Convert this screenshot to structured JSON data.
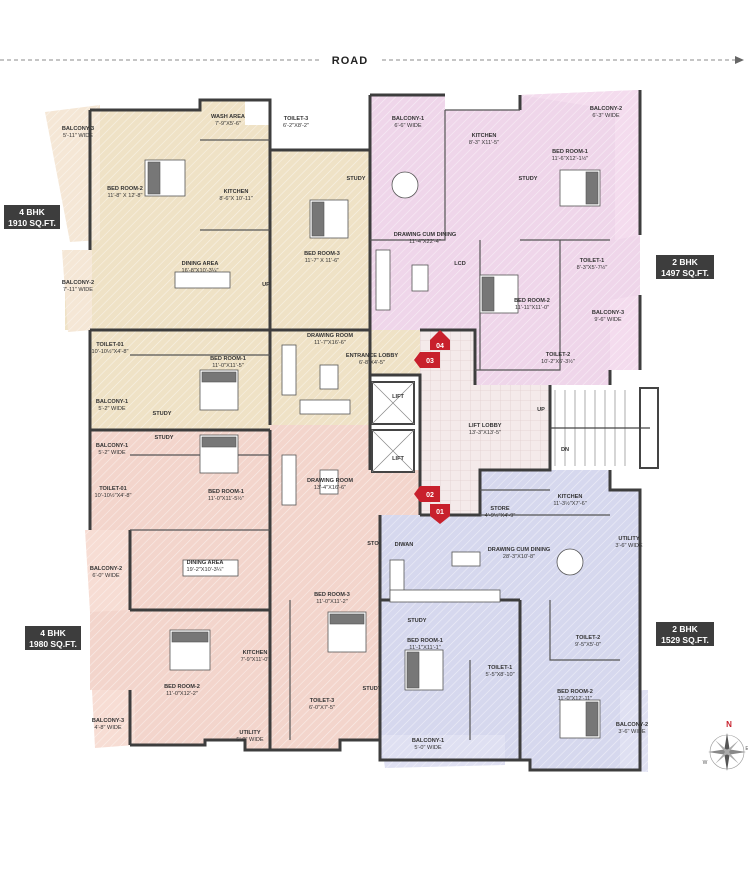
{
  "road": "ROAD",
  "units": [
    {
      "id": "u1",
      "line1": "4 BHK",
      "line2": "1910 SQ.FT."
    },
    {
      "id": "u2",
      "line1": "2 BHK",
      "line2": "1497 SQ.FT."
    },
    {
      "id": "u3",
      "line1": "4 BHK",
      "line2": "1980 SQ.FT."
    },
    {
      "id": "u4",
      "line1": "2 BHK",
      "line2": "1529 SQ.FT."
    }
  ],
  "doors": [
    "01",
    "02",
    "03",
    "04"
  ],
  "stairs": {
    "up": "UP",
    "dn": "DN"
  },
  "lift": "LIFT",
  "rooms": {
    "u1_balcony3": {
      "name": "BALCONY-3",
      "dim": "5'-11\" WIDE"
    },
    "u1_wash": {
      "name": "WASH AREA",
      "dim": "7'-9\"X5'-6\""
    },
    "u1_toilet3": {
      "name": "TOILET-3",
      "dim": "6'-2\"X8'-2\""
    },
    "u1_bed2": {
      "name": "BED ROOM-2",
      "dim": "11'-8\" X 12'-8\""
    },
    "u1_kitchen": {
      "name": "KITCHEN",
      "dim": "8'-6\"X 10'-11\""
    },
    "u1_study": {
      "name": "STUDY",
      "dim": ""
    },
    "u1_bed3": {
      "name": "BED ROOM-3",
      "dim": "11'-7\" X 11'-6\""
    },
    "u1_balcony2": {
      "name": "BALCONY-2",
      "dim": "7'-11\" WIDE"
    },
    "u1_dining": {
      "name": "DINING AREA",
      "dim": "16'-8\"X10'-3¼\""
    },
    "u1_up": {
      "name": "UP",
      "dim": ""
    },
    "u1_toilet1": {
      "name": "TOILET-01",
      "dim": "10'-10½\"X4'-8\""
    },
    "u1_bed1": {
      "name": "BED ROOM-1",
      "dim": "11'-0\"X11'-5\""
    },
    "u1_drawing": {
      "name": "DRAWING ROOM",
      "dim": "11'-7\"X16'-6\""
    },
    "u1_entrance": {
      "name": "ENTRANCE LOBBY",
      "dim": "6'-8\"X4'-5\""
    },
    "u1_balcony1": {
      "name": "BALCONY-1",
      "dim": "5'-2\" WIDE"
    },
    "u1_study2": {
      "name": "STUDY",
      "dim": ""
    },
    "u2_balcony1": {
      "name": "BALCONY-1",
      "dim": "6'-6\" WIDE"
    },
    "u2_kitchen": {
      "name": "KITCHEN",
      "dim": "8'-3\" X11'-5\""
    },
    "u2_balcony2": {
      "name": "BALCONY-2",
      "dim": "6'-3\" WIDE"
    },
    "u2_bed1": {
      "name": "BED ROOM-1",
      "dim": "11'-6\"X12'-1½\""
    },
    "u2_study": {
      "name": "STUDY",
      "dim": ""
    },
    "u2_drawing": {
      "name": "DRAWING CUM DINING",
      "dim": "11'-4\"X22'-4\""
    },
    "u2_toilet1": {
      "name": "TOILET-1",
      "dim": "8'-3\"X5'-7½\""
    },
    "u2_lcd": {
      "name": "LCD",
      "dim": ""
    },
    "u2_bed2": {
      "name": "BED ROOM-2",
      "dim": "11'-11\"X11'-0\""
    },
    "u2_balcony3": {
      "name": "BALCONY-3",
      "dim": "9'-6\" WIDE"
    },
    "u2_toilet2": {
      "name": "TOILET-2",
      "dim": "10'-2\"X6'-3½\""
    },
    "lift_lobby": {
      "name": "LIFT LOBBY",
      "dim": "13'-3\"X13'-5\""
    },
    "u3_balcony1": {
      "name": "BALCONY-1",
      "dim": "5'-2\" WIDE"
    },
    "u3_study": {
      "name": "STUDY",
      "dim": ""
    },
    "u3_toilet01": {
      "name": "TOILET-01",
      "dim": "10'-10½\"X4'-8\""
    },
    "u3_bed1": {
      "name": "BED ROOM-1",
      "dim": "11'-0\"X11'-5½\""
    },
    "u3_drawing": {
      "name": "DRAWING ROOM",
      "dim": "13'-4\"X16'-6\""
    },
    "u3_balcony2": {
      "name": "BALCONY-2",
      "dim": "6'-0\" WIDE"
    },
    "u3_dining": {
      "name": "DINING AREA",
      "dim": "19'-2\"X10'-3¼\""
    },
    "u3_sto": {
      "name": "STO",
      "dim": ""
    },
    "u3_bed3": {
      "name": "BED ROOM-3",
      "dim": "11'-0\"X11'-2\""
    },
    "u3_kitchen": {
      "name": "KITCHEN",
      "dim": "7'-9\"X11'-0\""
    },
    "u3_bed2": {
      "name": "BED ROOM-2",
      "dim": "11'-0\"X12'-2\""
    },
    "u3_toilet3": {
      "name": "TOILET-3",
      "dim": "6'-0\"X7'-5\""
    },
    "u3_study2": {
      "name": "STUDY",
      "dim": ""
    },
    "u3_balcony3": {
      "name": "BALCONY-3",
      "dim": "4'-8\" WIDE"
    },
    "u3_utility": {
      "name": "UTILITY",
      "dim": "5'-0\" WIDE"
    },
    "u4_store": {
      "name": "STORE",
      "dim": "4'-9½\"X4'-9\""
    },
    "u4_kitchen": {
      "name": "KITCHEN",
      "dim": "11'-3½\"X7'-6\""
    },
    "u4_utility": {
      "name": "UTILITY",
      "dim": "3'-6\" WIDE"
    },
    "u4_diwan": {
      "name": "DIWAN",
      "dim": ""
    },
    "u4_drawing": {
      "name": "DRAWING CUM DINING",
      "dim": "28'-3\"X10'-8\""
    },
    "u4_study": {
      "name": "STUDY",
      "dim": ""
    },
    "u4_toilet2": {
      "name": "TOILET-2",
      "dim": "9'-5\"X5'-0\""
    },
    "u4_bed1": {
      "name": "BED ROOM-1",
      "dim": "11'-1\"X11'-1\""
    },
    "u4_toilet1": {
      "name": "TOILET-1",
      "dim": "5'-5\"X8'-10\""
    },
    "u4_bed2": {
      "name": "BED ROOM-2",
      "dim": "11'-0\"X12'-11\""
    },
    "u4_balcony1": {
      "name": "BALCONY-1",
      "dim": "5'-0\" WIDE"
    },
    "u4_balcony2": {
      "name": "BALCONY-2",
      "dim": "3'-6\" WIDE"
    }
  },
  "compass": {
    "n": "N",
    "e": "E",
    "w": "W"
  },
  "colors": {
    "u1": "#efe2c6",
    "u2": "#efd6ea",
    "u3": "#f3d5cc",
    "u4": "#d6d8ee",
    "lobby": "#f2e6e6",
    "tag": "#c8202c",
    "unit_label": "#3d3d3d"
  }
}
